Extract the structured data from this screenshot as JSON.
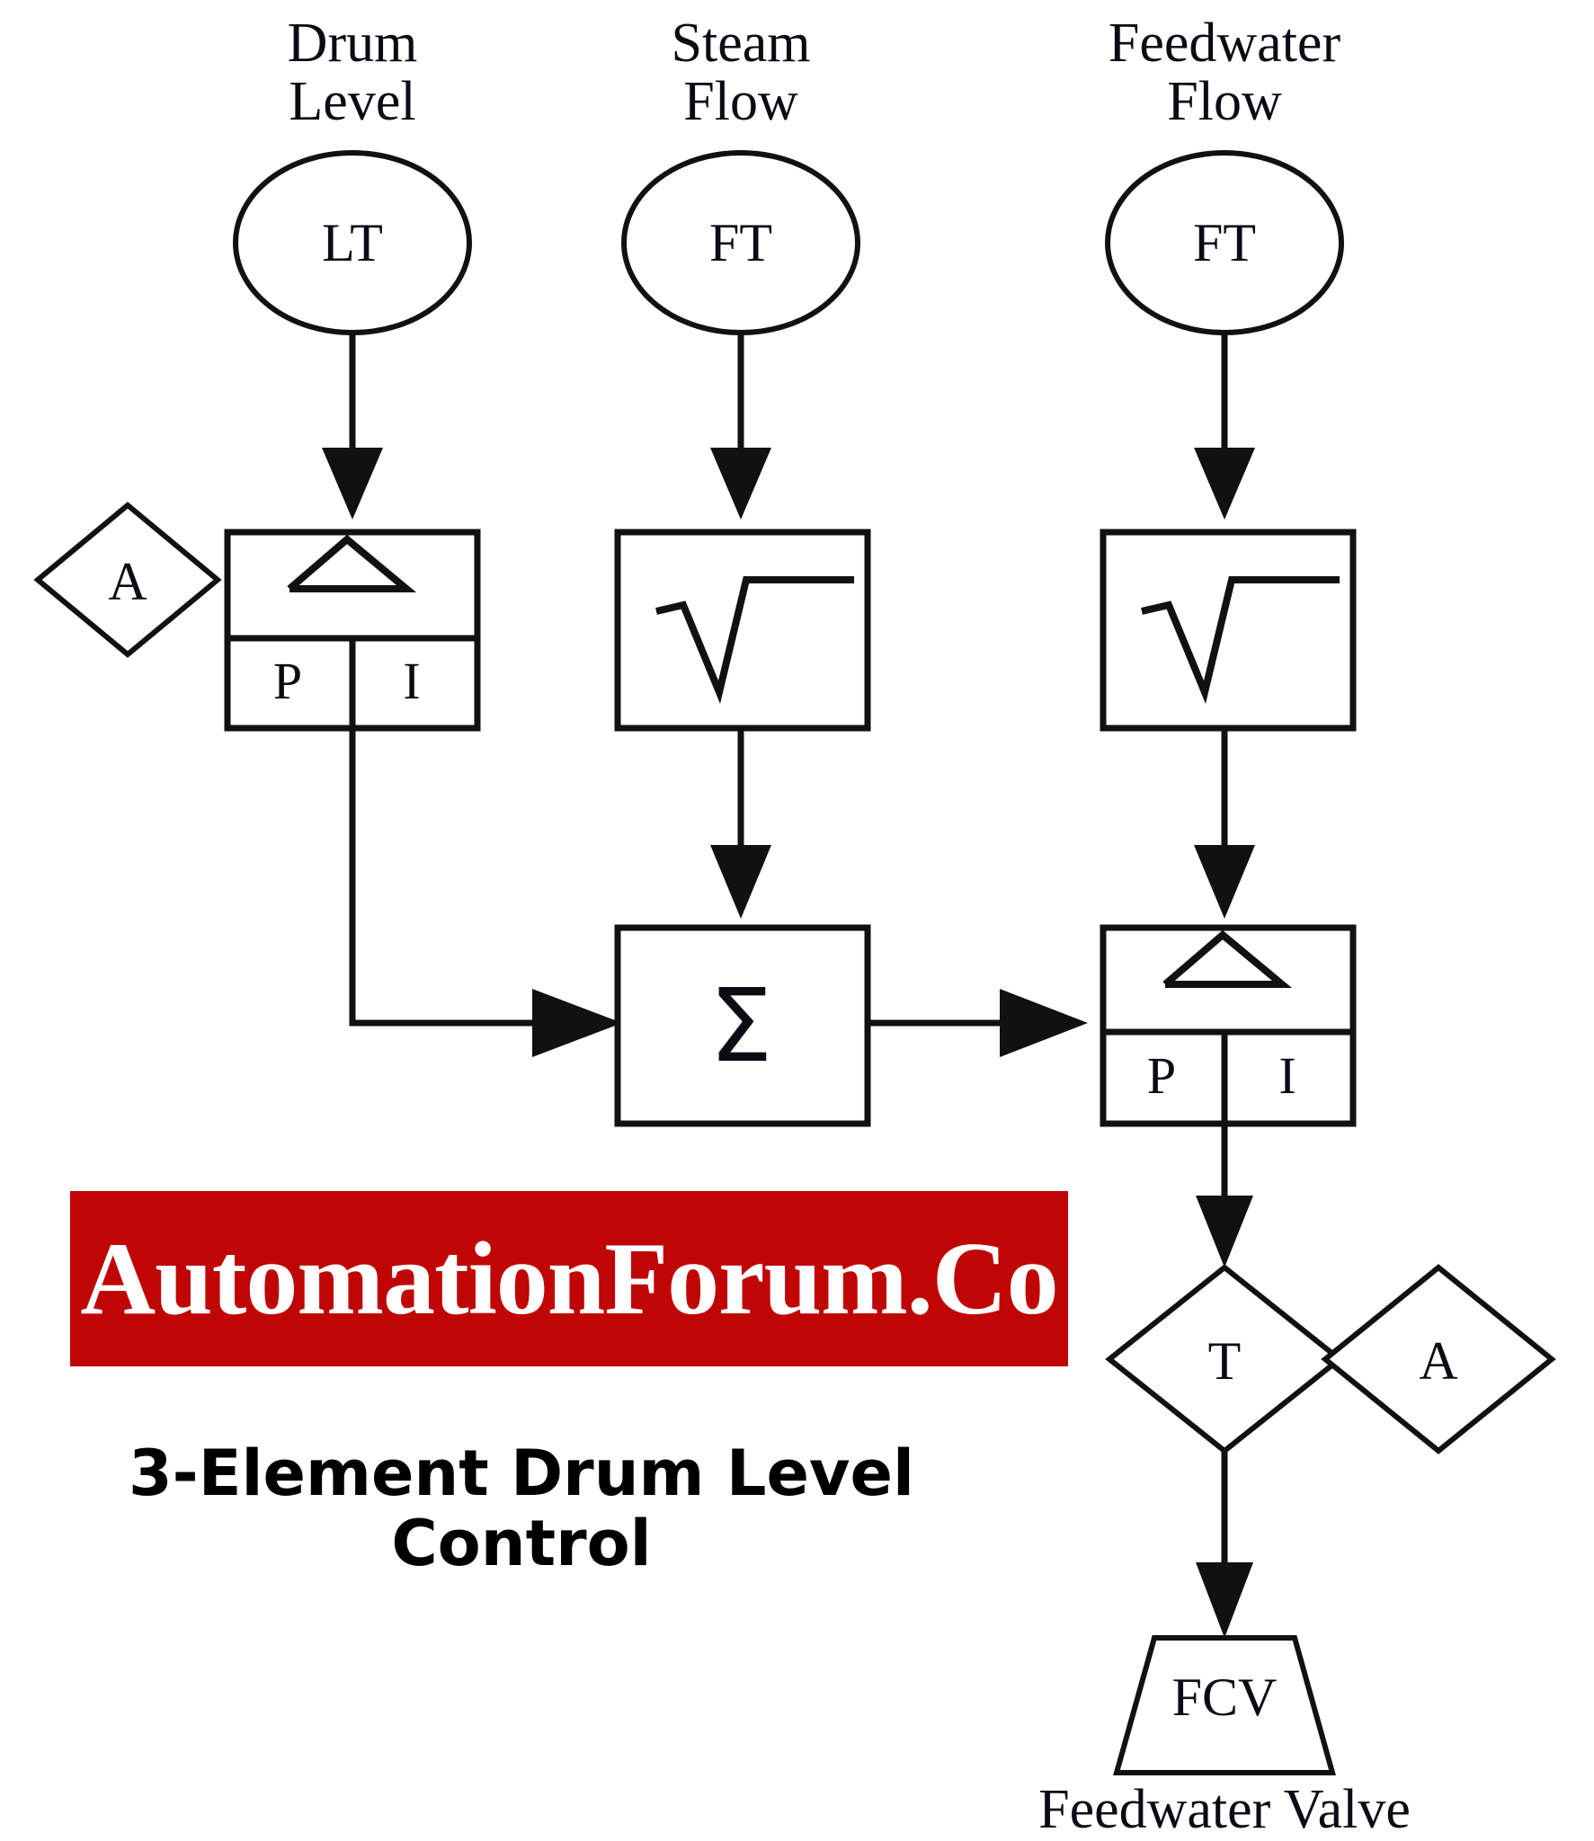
{
  "diagram": {
    "title_line1": "3-Element Drum Level",
    "title_line2": "Control",
    "watermark": "AutomationForum.Co",
    "watermark_color": "#c00505",
    "line_color": "#111111",
    "background": "#ffffff"
  },
  "measurements": [
    {
      "caption_line1": "Drum",
      "caption_line2": "Level",
      "tag": "LT"
    },
    {
      "caption_line1": "Steam",
      "caption_line2": "Flow",
      "tag": "FT"
    },
    {
      "caption_line1": "Feedwater",
      "caption_line2": "Flow",
      "tag": "FT"
    }
  ],
  "blocks": {
    "level_controller": {
      "symbol": "delta-triangle",
      "mode_left": "P",
      "mode_right": "I"
    },
    "steam_sqrt": {
      "symbol": "square-root"
    },
    "feedwater_sqrt": {
      "symbol": "square-root"
    },
    "summer": {
      "symbol": "sigma",
      "glyph": "Σ"
    },
    "flow_controller": {
      "symbol": "delta-triangle",
      "mode_left": "P",
      "mode_right": "I"
    }
  },
  "diamonds": {
    "setpoint_auto": "A",
    "transfer": "T",
    "auto": "A"
  },
  "valve": {
    "tag": "FCV",
    "caption": "Feedwater Valve"
  }
}
